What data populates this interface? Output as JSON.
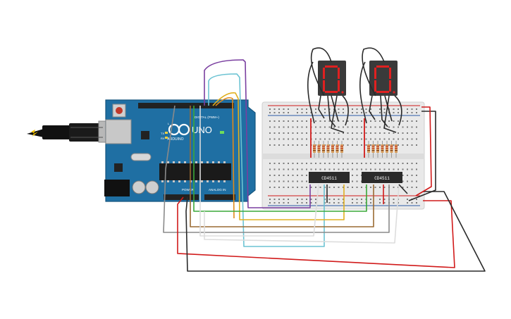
{
  "arduino": {
    "logo_text": "ARDUINO",
    "model": "UNO",
    "digital_header_label": "DIGITAL (PWM~)",
    "power_label": "POWER",
    "analog_label": "ANALOG IN",
    "tx_label": "TX",
    "rx_label": "RX",
    "l_label": "L"
  },
  "chips": [
    {
      "label": "CD4511"
    },
    {
      "label": "CD4511"
    }
  ],
  "displays": [
    {
      "digit": "0",
      "segment_color": "#e02020"
    },
    {
      "digit": "0",
      "segment_color": "#e02020"
    }
  ],
  "colors": {
    "board": "#1f6fa3",
    "breadboard": "#e9e9e9",
    "wire_black": "#2a2a2a",
    "wire_red": "#d11a1a",
    "wire_purple": "#7a3fa0",
    "wire_cyan": "#6cc3d3",
    "wire_yellow": "#e0b020",
    "wire_orange": "#e08a1a",
    "wire_green": "#3aa838",
    "wire_brown": "#9a6a32",
    "wire_gray": "#8a8a8a",
    "wire_white": "#dddddd",
    "resistor": "#d8a060"
  }
}
